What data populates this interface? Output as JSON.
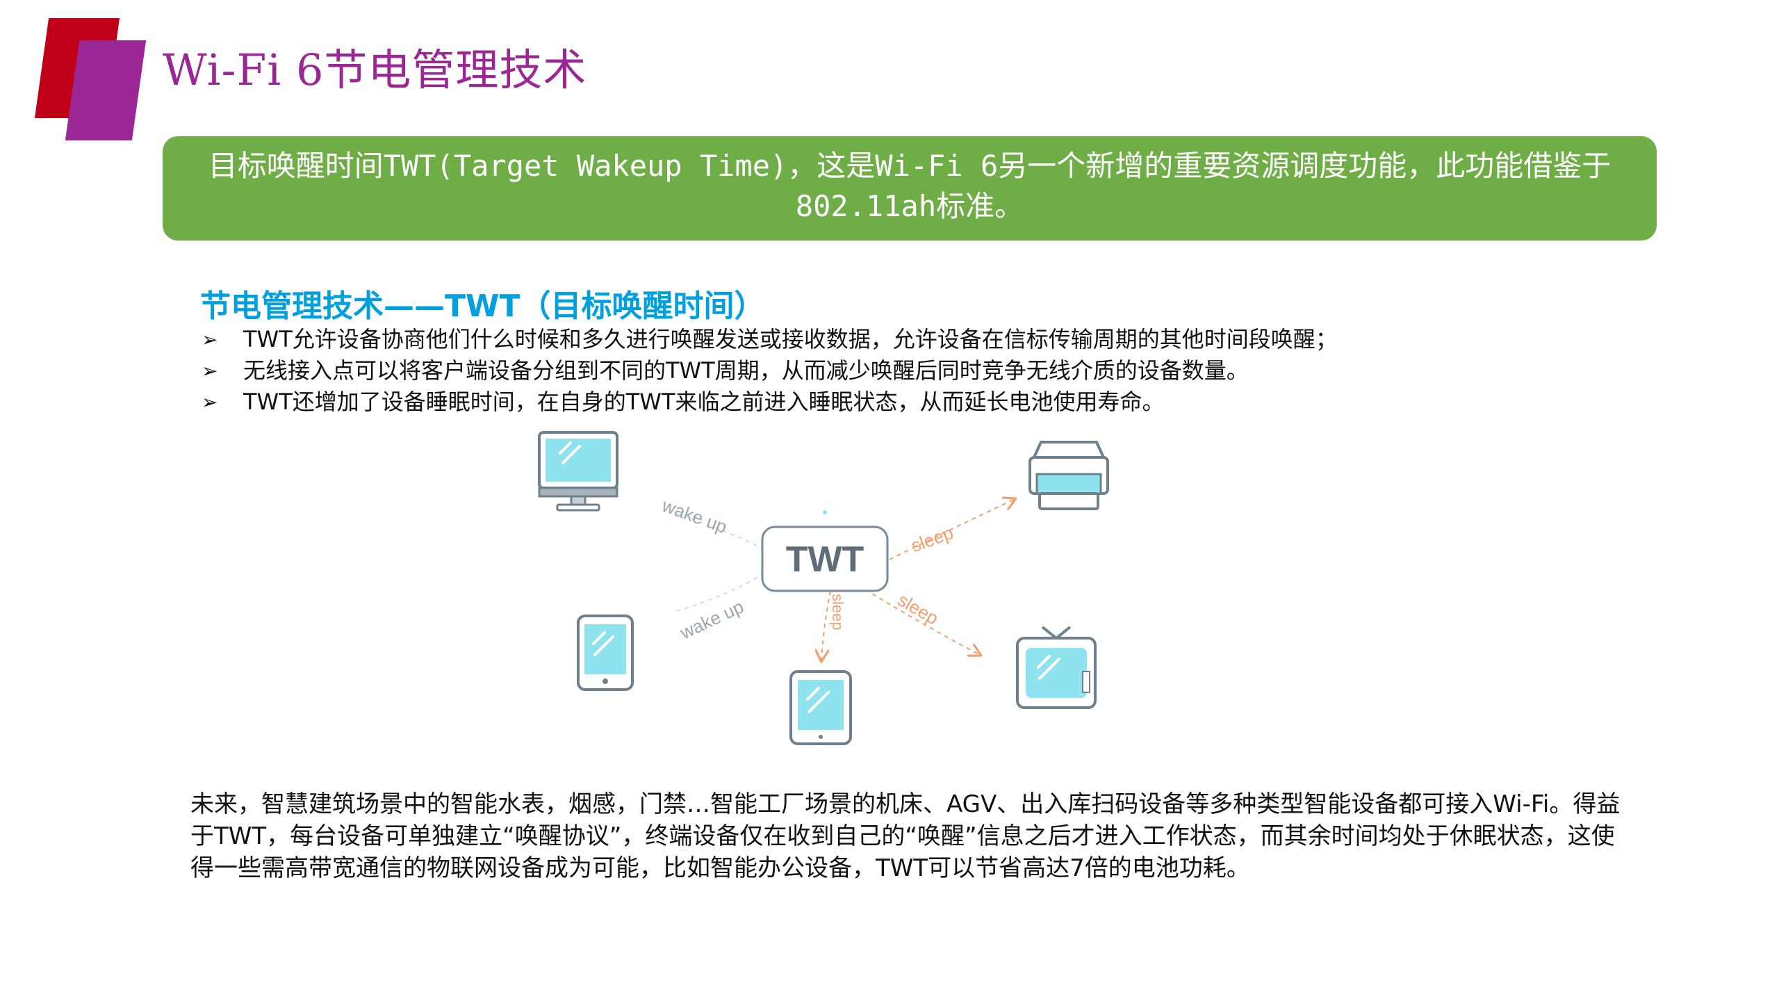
{
  "title": "Wi-Fi 6节电管理技术",
  "banner": {
    "text": "目标唤醒时间TWT(Target Wakeup Time)，这是Wi-Fi 6另一个新增的重要资源调度功能，此功能借鉴于802.11ah标准。"
  },
  "section": {
    "heading": "节电管理技术——TWT（目标唤醒时间）",
    "bullet_marker": "➢",
    "bullets": [
      "TWT允许设备协商他们什么时候和多久进行唤醒发送或接收数据，允许设备在信标传输周期的其他时间段唤醒；",
      "无线接入点可以将客户端设备分组到不同的TWT周期，从而减少唤醒后同时竞争无线介质的设备数量。",
      "TWT还增加了设备睡眠时间，在自身的TWT来临之前进入睡眠状态，从而延长电池使用寿命。"
    ]
  },
  "diagram": {
    "center_label": "TWT",
    "edge_labels": {
      "monitor": "wake up",
      "phone": "wake up",
      "printer": "sleep",
      "tablet": "sleep",
      "tv": "sleep"
    },
    "devices": [
      {
        "icon": "monitor-icon"
      },
      {
        "icon": "printer-icon"
      },
      {
        "icon": "phone-icon"
      },
      {
        "icon": "tablet-icon"
      },
      {
        "icon": "tv-icon"
      }
    ],
    "colors": {
      "screen": "#8fe3ee",
      "outline": "#7a8a96",
      "wake": "#9aa6ae",
      "sleep": "#f0a070"
    }
  },
  "bottom_paragraph": "未来，智慧建筑场景中的智能水表，烟感，门禁…智能工厂场景的机床、AGV、出入库扫码设备等多种类型智能设备都可接入Wi-Fi。得益于TWT，每台设备可单独建立“唤醒协议”，终端设备仅在收到自己的“唤醒”信息之后才进入工作状态，而其余时间均处于休眠状态，这使得一些需高带宽通信的物联网设备成为可能，比如智能办公设备，TWT可以节省高达7倍的电池功耗。",
  "accent_colors": {
    "title": "#9b2794",
    "deco_red": "#c00018",
    "deco_purple": "#9b2794",
    "banner": "#6fad47",
    "heading": "#00a0e0"
  }
}
